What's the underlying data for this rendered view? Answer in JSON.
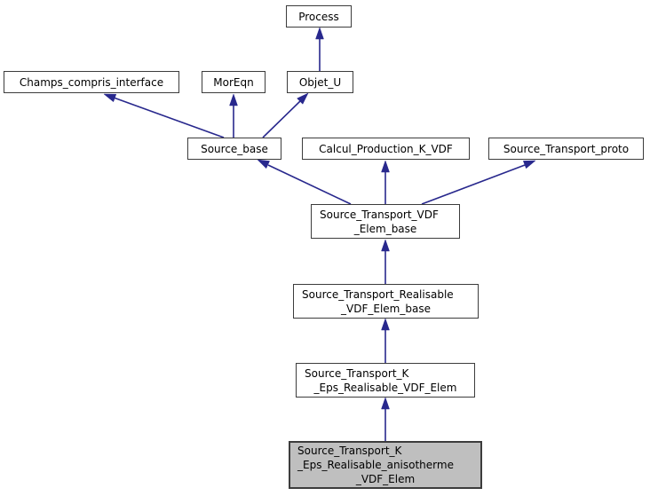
{
  "diagram": {
    "kind": "class-inheritance-graph",
    "colors": {
      "edge": "#28288d",
      "node_border": "#3c3c3c",
      "node_fill": "#ffffff",
      "highlight_fill": "#bfbfbf",
      "background": "#ffffff"
    },
    "nodes": [
      {
        "id": "process",
        "label": "Process",
        "lines": [
          "Process"
        ],
        "highlight": false
      },
      {
        "id": "champs_compris_interface",
        "label": "Champs_compris_interface",
        "lines": [
          "Champs_compris_interface"
        ],
        "highlight": false
      },
      {
        "id": "moreqn",
        "label": "MorEqn",
        "lines": [
          "MorEqn"
        ],
        "highlight": false
      },
      {
        "id": "objet_u",
        "label": "Objet_U",
        "lines": [
          "Objet_U"
        ],
        "highlight": false
      },
      {
        "id": "source_base",
        "label": "Source_base",
        "lines": [
          "Source_base"
        ],
        "highlight": false
      },
      {
        "id": "calcul_production_k_vdf",
        "label": "Calcul_Production_K_VDF",
        "lines": [
          "Calcul_Production_K_VDF"
        ],
        "highlight": false
      },
      {
        "id": "source_transport_proto",
        "label": "Source_Transport_proto",
        "lines": [
          "Source_Transport_proto"
        ],
        "highlight": false
      },
      {
        "id": "source_transport_vdf_elem_base",
        "label": "Source_Transport_VDF_Elem_base",
        "lines": [
          "Source_Transport_VDF",
          "_Elem_base"
        ],
        "highlight": false
      },
      {
        "id": "source_transport_realisable_vdf_elem_base",
        "label": "Source_Transport_Realisable_VDF_Elem_base",
        "lines": [
          "Source_Transport_Realisable",
          "_VDF_Elem_base"
        ],
        "highlight": false
      },
      {
        "id": "source_transport_k_eps_realisable_vdf_elem",
        "label": "Source_Transport_K_Eps_Realisable_VDF_Elem",
        "lines": [
          "Source_Transport_K",
          "_Eps_Realisable_VDF_Elem"
        ],
        "highlight": false
      },
      {
        "id": "source_transport_k_eps_realisable_anisotherme_vdf_elem",
        "label": "Source_Transport_K_Eps_Realisable_anisotherme_VDF_Elem",
        "lines": [
          "Source_Transport_K",
          "_Eps_Realisable_anisotherme",
          "_VDF_Elem"
        ],
        "highlight": true
      }
    ],
    "edges": [
      {
        "from": "Objet_U",
        "to": "Process"
      },
      {
        "from": "Source_base",
        "to": "Champs_compris_interface"
      },
      {
        "from": "Source_base",
        "to": "MorEqn"
      },
      {
        "from": "Source_base",
        "to": "Objet_U"
      },
      {
        "from": "Source_Transport_VDF_Elem_base",
        "to": "Source_base"
      },
      {
        "from": "Source_Transport_VDF_Elem_base",
        "to": "Calcul_Production_K_VDF"
      },
      {
        "from": "Source_Transport_VDF_Elem_base",
        "to": "Source_Transport_proto"
      },
      {
        "from": "Source_Transport_Realisable_VDF_Elem_base",
        "to": "Source_Transport_VDF_Elem_base"
      },
      {
        "from": "Source_Transport_K_Eps_Realisable_VDF_Elem",
        "to": "Source_Transport_Realisable_VDF_Elem_base"
      },
      {
        "from": "Source_Transport_K_Eps_Realisable_anisotherme_VDF_Elem",
        "to": "Source_Transport_K_Eps_Realisable_VDF_Elem"
      }
    ]
  }
}
